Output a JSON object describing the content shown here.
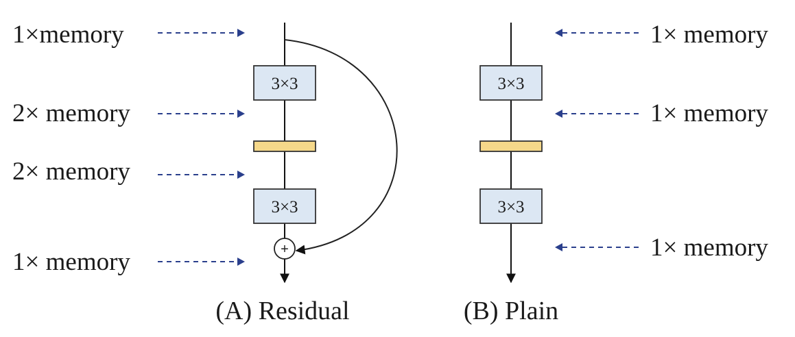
{
  "panel_a": {
    "caption": "(A) Residual",
    "memory_labels": [
      "1×memory",
      "2× memory",
      "2× memory",
      "1× memory"
    ],
    "conv1_label": "3×3",
    "conv2_label": "3×3",
    "add_symbol": "+"
  },
  "panel_b": {
    "caption": "(B) Plain",
    "memory_labels": [
      "1× memory",
      "1× memory",
      "1× memory"
    ],
    "conv1_label": "3×3",
    "conv2_label": "3×3"
  },
  "colors": {
    "conv_fill": "#dce7f3",
    "bn_fill": "#f5d88a",
    "memory_arrow": "#2a3f8c"
  }
}
